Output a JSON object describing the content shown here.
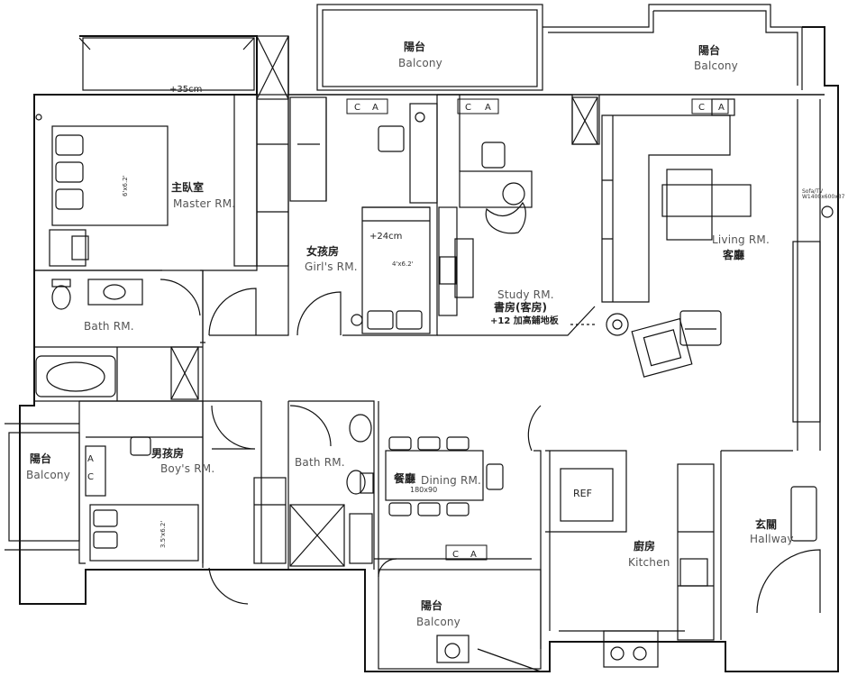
{
  "rooms": {
    "master": {
      "zh": "主臥室",
      "en": "Master RM.",
      "bed": "6'x6.2'",
      "note": "+35cm"
    },
    "girl": {
      "zh": "女孩房",
      "en": "Girl's RM.",
      "bed": "4'x6.2'",
      "note": "+24cm"
    },
    "study": {
      "en": "Study RM.",
      "zh": "書房(客房)",
      "note": "+12 加高鋪地板"
    },
    "living": {
      "en": "Living RM.",
      "zh": "客廳"
    },
    "bath1": {
      "en": "Bath RM."
    },
    "boy": {
      "zh": "男孩房",
      "en": "Boy's RM.",
      "bed": "3.5'x6.2'"
    },
    "bath2": {
      "en": "Bath RM."
    },
    "dining": {
      "zh": "餐廳",
      "en": "Dining RM.",
      "table": "180x90"
    },
    "kitchen": {
      "zh": "廚房",
      "en": "Kitchen",
      "ref": "REF"
    },
    "hallway": {
      "zh": "玄關",
      "en": "Hallway"
    }
  },
  "balconies": [
    {
      "zh": "陽台",
      "en": "Balcony"
    },
    {
      "zh": "陽台",
      "en": "Balcony"
    },
    {
      "zh": "陽台",
      "en": "Balcony"
    },
    {
      "zh": "陽台",
      "en": "Balcony"
    }
  ],
  "closet_tags": [
    {
      "c": "C",
      "a": "A"
    },
    {
      "c": "C",
      "a": "A"
    },
    {
      "c": "C",
      "a": "A"
    },
    {
      "c": "C",
      "a": "A"
    },
    {
      "c": "C",
      "a": "A"
    }
  ],
  "misc": {
    "wall_note": "Sofa/TV W1400x600x37"
  },
  "colors": {
    "line": "#111111",
    "wall": "#111111",
    "text": "#222222"
  }
}
